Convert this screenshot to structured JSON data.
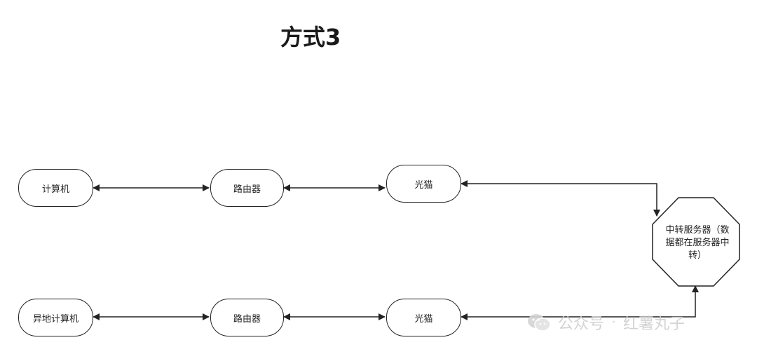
{
  "title": "方式3",
  "nodes": {
    "top_computer": "计算机",
    "top_router": "路由器",
    "top_modem": "光猫",
    "relay_server": "中转服务器（数据都在服务器中转）",
    "relay_line1": "中转服务器（数",
    "relay_line2": "据都在服务器中",
    "relay_line3": "转）",
    "bottom_computer": "异地计算机",
    "bottom_router": "路由器",
    "bottom_modem": "光猫"
  },
  "watermark": {
    "source": "公众号",
    "separator": "·",
    "author": "红薯丸子"
  },
  "colors": {
    "line": "#222222",
    "watermark": "#cfcfcf"
  }
}
